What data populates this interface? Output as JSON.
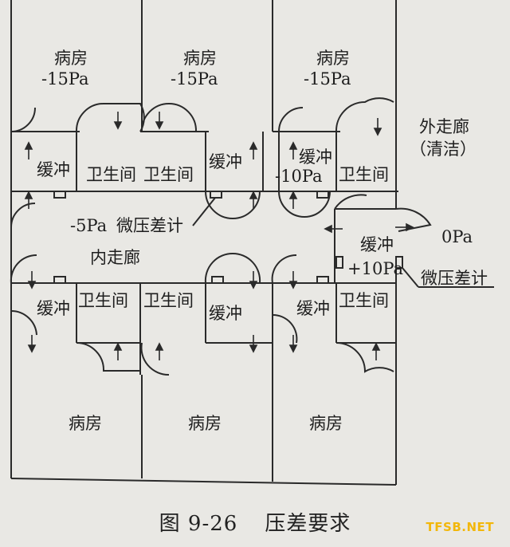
{
  "diagram": {
    "ward_top": "病房",
    "ward_top_pressure": "-15Pa",
    "ward_bottom": "病房",
    "toilet": "卫生间",
    "buffer": "缓冲",
    "buffer_mid_pressure": "-10Pa",
    "buffer_entry_pressure": "+10Pa",
    "inner_corridor": "内走廊",
    "inner_corridor_pressure": "-5Pa",
    "gauge_label": "微压差计",
    "outer_corridor_line1": "外走廊",
    "outer_corridor_line2": "（清洁）",
    "outer_corridor_pressure": "0Pa"
  },
  "caption": {
    "figure_number": "图 9-26",
    "title": "压差要求"
  },
  "watermark": "TFSB.NET",
  "colors": {
    "line": "#2a2a2a",
    "paper": "#e9e8e4",
    "watermark": "#f2b70b"
  }
}
